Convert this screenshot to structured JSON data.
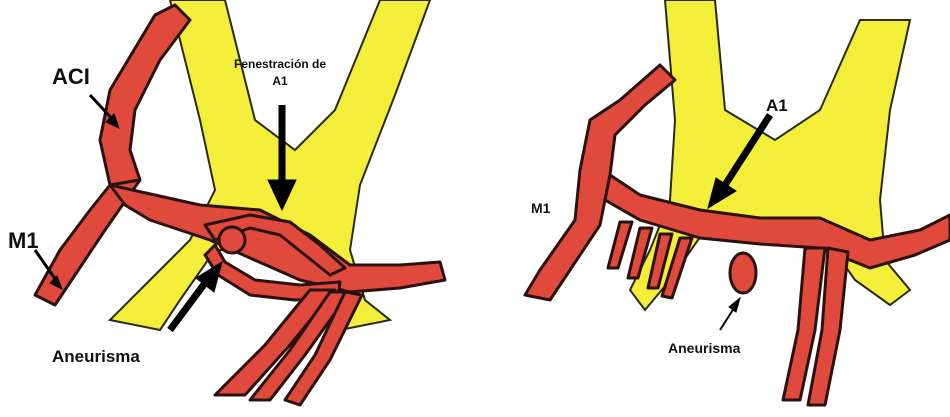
{
  "left_panel": {
    "labels": {
      "aci": "ACI",
      "m1": "M1",
      "fenestration": "Fenestración de",
      "a1": "A1",
      "aneurysm": "Aneurisma"
    }
  },
  "right_panel": {
    "labels": {
      "a1": "A1",
      "m1": "M1",
      "aneurysm": "Aneurisma"
    }
  },
  "colors": {
    "nerve_yellow": "#f2ee3a",
    "vessel_red": "#e04a3c",
    "vessel_outline": "#2a1210",
    "arrow": "#000000"
  }
}
